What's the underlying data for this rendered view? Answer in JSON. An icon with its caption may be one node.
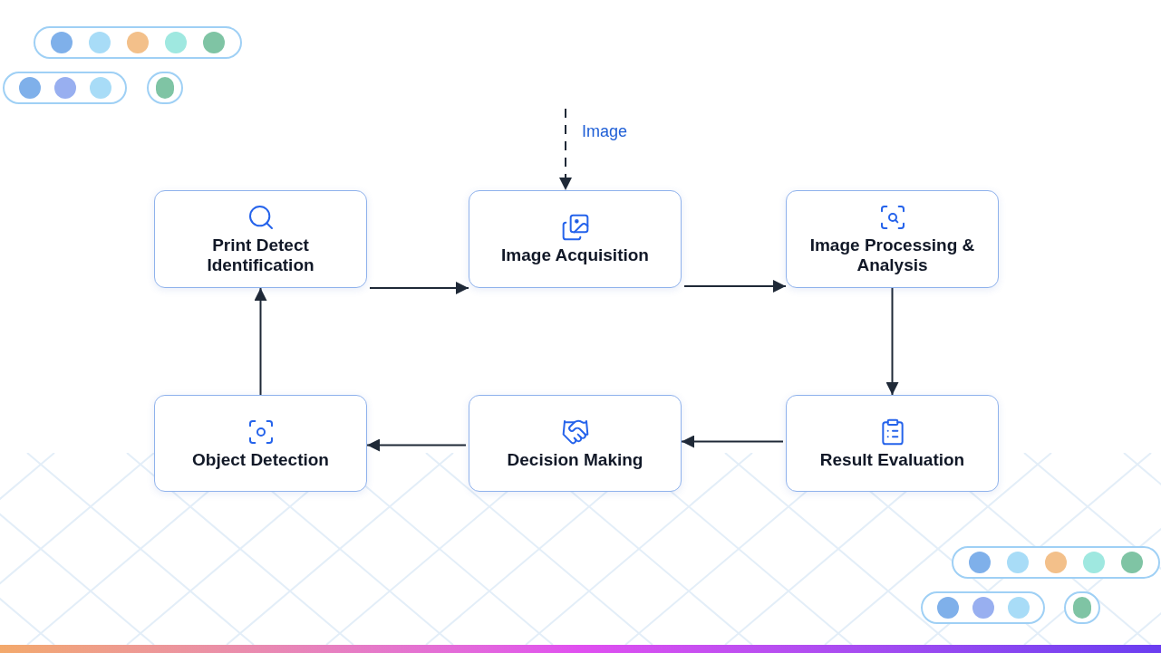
{
  "diagram": {
    "nodes": [
      {
        "text": [
          "Print Detect Identification"
        ]
      },
      {
        "text": [
          "Image Acquisition"
        ]
      },
      {
        "text": [
          "Image Processing & Analysis"
        ]
      },
      {
        "text": [
          "Object Detection"
        ]
      },
      {
        "text": [
          "Decision Making"
        ]
      },
      {
        "text": [
          "Result Evaluation"
        ]
      }
    ],
    "edges": [
      {
        "from": null,
        "to": 1,
        "arrow": "to",
        "label": "Image",
        "style": "dashed"
      },
      {
        "from": 0,
        "to": 1,
        "arrow": "to"
      },
      {
        "from": 1,
        "to": 2,
        "arrow": "to"
      },
      {
        "from": 2,
        "to": 5,
        "arrow": "to"
      },
      {
        "from": 5,
        "to": 4,
        "arrow": "to"
      },
      {
        "from": 4,
        "to": 3,
        "arrow": "to"
      },
      {
        "from": 3,
        "to": 0,
        "arrow": "to"
      }
    ]
  }
}
